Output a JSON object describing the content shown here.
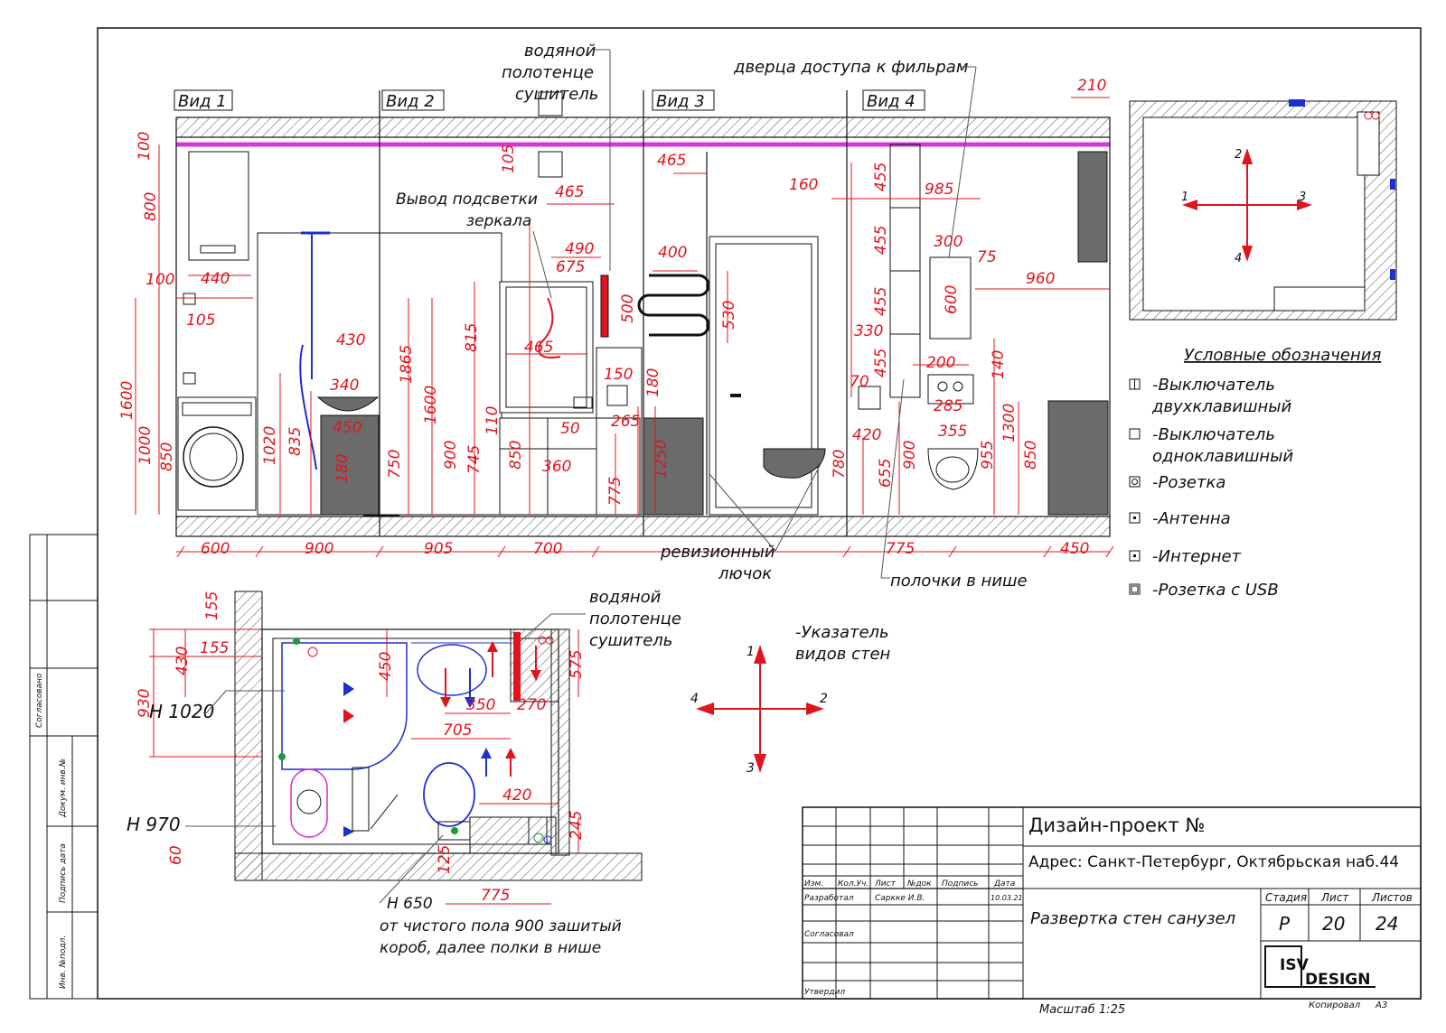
{
  "colors": {
    "line": "#111111",
    "dimension": "#e0141e",
    "ceiling_strip": "#d63ad6",
    "fixture_dark": "#6b6b6b",
    "plan_blue": "#1d2fcf",
    "plan_green": "#1c9a3a",
    "plan_magenta": "#d02bd0",
    "plan_red": "#e0141e"
  },
  "views": {
    "v1": "Вид 1",
    "v2": "Вид 2",
    "v3": "Вид 3",
    "v4": "Вид 4"
  },
  "callouts": {
    "towel_dryer_top": [
      "водяной",
      "полотенце",
      "сушитель"
    ],
    "filter_door": "дверца доступа к фильрам",
    "mirror_light": [
      "Вывод подсветки",
      "зеркала"
    ],
    "revision_hatch": [
      "ревизионный",
      "лючок"
    ],
    "niche_shelves": "полочки в нише",
    "towel_dryer_plan": [
      "водяной",
      "полотенце",
      "сушитель"
    ],
    "wall_pointer": [
      "-Указатель",
      "видов стен"
    ],
    "h1020": "Н 1020",
    "h970": "Н 970",
    "h650": "Н 650",
    "box_note": [
      "от чистого пола 900 зашитый",
      "короб, далее полки в нише"
    ]
  },
  "elevation_dims": {
    "d100a": "100",
    "d800": "800",
    "d100b": "100",
    "d440": "440",
    "d1600a": "1600",
    "d1000": "1000",
    "d850a": "850",
    "d105a": "105",
    "d430a": "430",
    "d340": "340",
    "d1020": "1020",
    "d835": "835",
    "d450a": "450",
    "d180a": "180",
    "d750": "750",
    "d1865": "1865",
    "d1600b": "1600",
    "d815": "815",
    "d900a": "900",
    "d745": "745",
    "d105b": "105",
    "d465a": "465",
    "d490": "490",
    "d675": "675",
    "d465b": "465",
    "d110": "110",
    "d850b": "850",
    "d50": "50",
    "d360": "360",
    "d150": "150",
    "d180b": "180",
    "d265": "265",
    "d775a": "775",
    "d500": "500",
    "d465c": "465",
    "d400": "400",
    "d530": "530",
    "d1250": "1250",
    "d160": "160",
    "d455a": "455",
    "d455b": "455",
    "d455c": "455",
    "d455d": "455",
    "d985": "985",
    "d300": "300",
    "d75": "75",
    "d600a": "600",
    "d330": "330",
    "d70": "70",
    "d200": "200",
    "d140": "140",
    "d285": "285",
    "d420a": "420",
    "d355": "355",
    "d780": "780",
    "d655": "655",
    "d900b": "900",
    "d955": "955",
    "d1300": "1300",
    "d850c": "850",
    "d960": "960",
    "d210": "210",
    "b600": "600",
    "b900": "900",
    "b905": "905",
    "b700": "700",
    "b775": "775",
    "b450": "450"
  },
  "plan_dims": {
    "p155a": "155",
    "p155b": "155",
    "p430": "430",
    "p930": "930",
    "p450": "450",
    "p575": "575",
    "p350": "350",
    "p270": "270",
    "p705": "705",
    "p420": "420",
    "p245": "245",
    "p60": "60",
    "p125": "125",
    "p775": "775"
  },
  "pointers": {
    "small": {
      "n1": "1",
      "n2": "2",
      "n3": "3",
      "n4": "4"
    },
    "big": {
      "n1": "1",
      "n2": "2",
      "n3": "3",
      "n4": "4"
    }
  },
  "legend": {
    "title": "Условные обозначения",
    "items": [
      [
        "-Выключатель",
        "двухклавишный"
      ],
      [
        "-Выключатель",
        "одноклавишный"
      ],
      [
        "-Розетка"
      ],
      [
        "-Антенна"
      ],
      [
        "-Интернет"
      ],
      [
        "-Розетка с USB"
      ]
    ]
  },
  "side_stamp": {
    "agreed": "Согласовано",
    "doc_inv": "Докум. инв.№",
    "sign_date": "Подпись дата",
    "inv_orig": "Инв. №подл."
  },
  "title_block": {
    "project": "Дизайн-проект №",
    "address": "Адрес: Санкт-Петербург, Октябрьская наб.44",
    "headers": [
      "Изм.",
      "Кол.Уч.",
      "Лист",
      "№док",
      "Подпись",
      "Дата"
    ],
    "developed": "Разработал",
    "developer": "Саркке И.В.",
    "date": "10.03.21",
    "agreed": "Согласовал",
    "approved": "Утвердил",
    "sheet_name": "Развертка стен санузел",
    "stage_label": "Стадия",
    "sheet_label": "Лист",
    "sheets_label": "Листов",
    "stage": "Р",
    "sheet": "20",
    "sheets": "24",
    "logo_left": "ISV",
    "logo_right": "DESIGN",
    "scale": "Масштаб 1:25",
    "copied": "Копировал",
    "format": "А3"
  }
}
